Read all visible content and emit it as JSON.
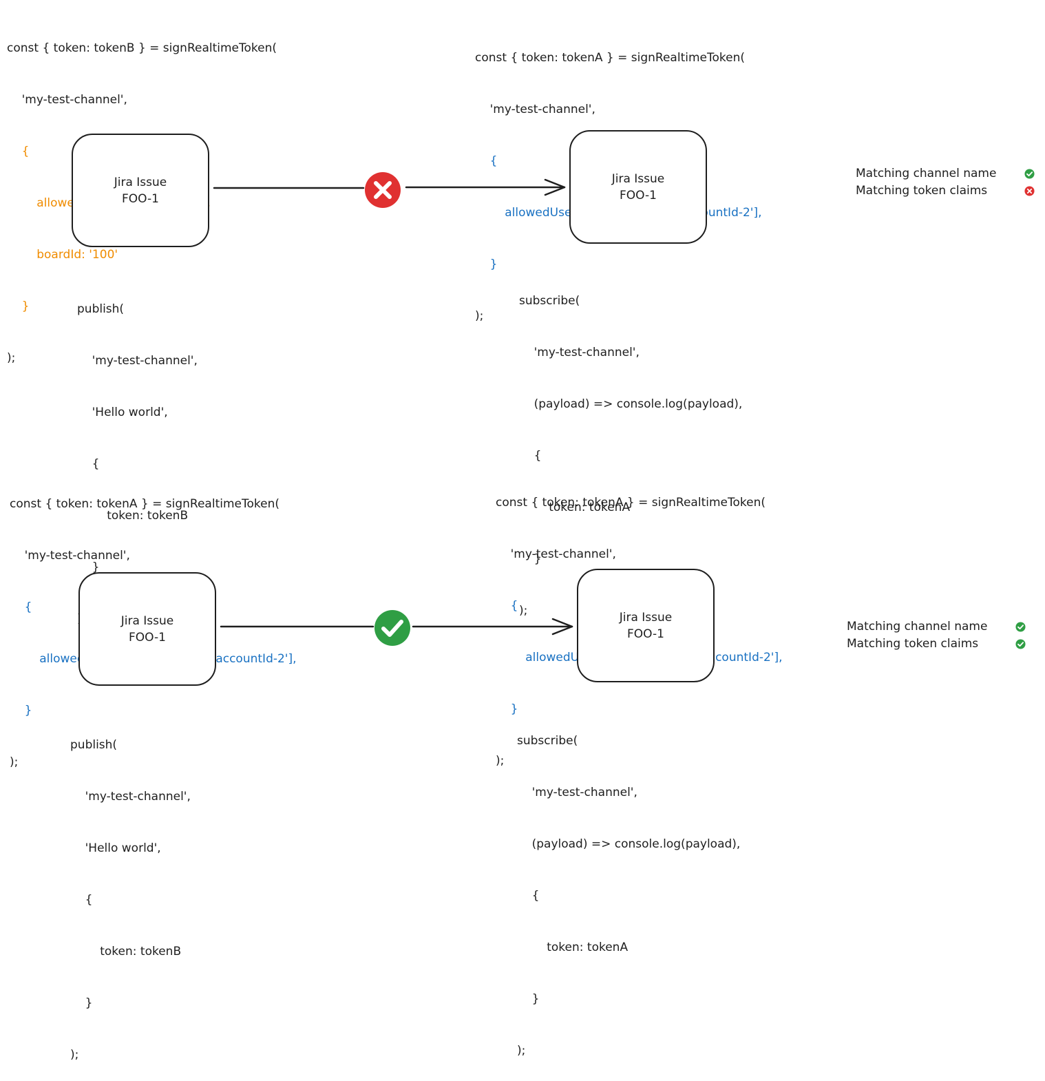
{
  "colors": {
    "orange": "#f08c00",
    "blue": "#1971c2",
    "ok": "#2f9e44",
    "fail": "#e03131",
    "ink": "#1e1e1e"
  },
  "scenario_1": {
    "publisher_token_code": [
      {
        "text": "const { token: tokenB } = signRealtimeToken(",
        "color": "ink"
      },
      {
        "text": "    'my-test-channel',",
        "color": "ink"
      },
      {
        "text": "    {",
        "color": "orange"
      },
      {
        "text": "        allowedUsers: ['accountId-1'],",
        "color": "orange"
      },
      {
        "text": "        boardId: '100'",
        "color": "orange"
      },
      {
        "text": "    }",
        "color": "orange"
      },
      {
        "text": ");",
        "color": "ink"
      }
    ],
    "subscriber_token_code": [
      {
        "text": "const { token: tokenA } = signRealtimeToken(",
        "color": "ink"
      },
      {
        "text": "    'my-test-channel',",
        "color": "ink"
      },
      {
        "text": "    {",
        "color": "blue"
      },
      {
        "text": "        allowedUsers: ['accountId-1', 'accountId-2'],",
        "color": "blue"
      },
      {
        "text": "    }",
        "color": "blue"
      },
      {
        "text": ");",
        "color": "ink"
      }
    ],
    "publisher_box": {
      "line1": "Jira Issue",
      "line2": "FOO-1"
    },
    "subscriber_box": {
      "line1": "Jira Issue",
      "line2": "FOO-1"
    },
    "connection_status_icon": "x-circle-icon",
    "publish_code": [
      "publish(",
      "    'my-test-channel',",
      "    'Hello world',",
      "    {",
      "        token: tokenB",
      "    }",
      ");"
    ],
    "subscribe_code": [
      "subscribe(",
      "    'my-test-channel',",
      "    (payload) => console.log(payload),",
      "    {",
      "        token: tokenA",
      "    }",
      ");"
    ],
    "checks": [
      {
        "label": "Matching channel name",
        "icon": "check-circle-icon",
        "ok": true
      },
      {
        "label": "Matching token claims",
        "icon": "x-circle-icon",
        "ok": false
      }
    ]
  },
  "scenario_2": {
    "publisher_token_code": [
      {
        "text": "const { token: tokenA } = signRealtimeToken(",
        "color": "ink"
      },
      {
        "text": "    'my-test-channel',",
        "color": "ink"
      },
      {
        "text": "    {",
        "color": "blue"
      },
      {
        "text": "        allowedUsers: ['accountId-1', 'accountId-2'],",
        "color": "blue"
      },
      {
        "text": "    }",
        "color": "blue"
      },
      {
        "text": ");",
        "color": "ink"
      }
    ],
    "subscriber_token_code": [
      {
        "text": "const { token: tokenA } = signRealtimeToken(",
        "color": "ink"
      },
      {
        "text": "    'my-test-channel',",
        "color": "ink"
      },
      {
        "text": "    {",
        "color": "blue"
      },
      {
        "text": "        allowedUsers: ['accountId-1', 'accountId-2'],",
        "color": "blue"
      },
      {
        "text": "    }",
        "color": "blue"
      },
      {
        "text": ");",
        "color": "ink"
      }
    ],
    "publisher_box": {
      "line1": "Jira Issue",
      "line2": "FOO-1"
    },
    "subscriber_box": {
      "line1": "Jira Issue",
      "line2": "FOO-1"
    },
    "connection_status_icon": "check-circle-icon",
    "publish_code": [
      "publish(",
      "    'my-test-channel',",
      "    'Hello world',",
      "    {",
      "        token: tokenB",
      "    }",
      ");"
    ],
    "subscribe_code": [
      "subscribe(",
      "    'my-test-channel',",
      "    (payload) => console.log(payload),",
      "    {",
      "        token: tokenA",
      "    }",
      ");"
    ],
    "checks": [
      {
        "label": "Matching channel name",
        "icon": "check-circle-icon",
        "ok": true
      },
      {
        "label": "Matching token claims",
        "icon": "check-circle-icon",
        "ok": true
      }
    ]
  }
}
